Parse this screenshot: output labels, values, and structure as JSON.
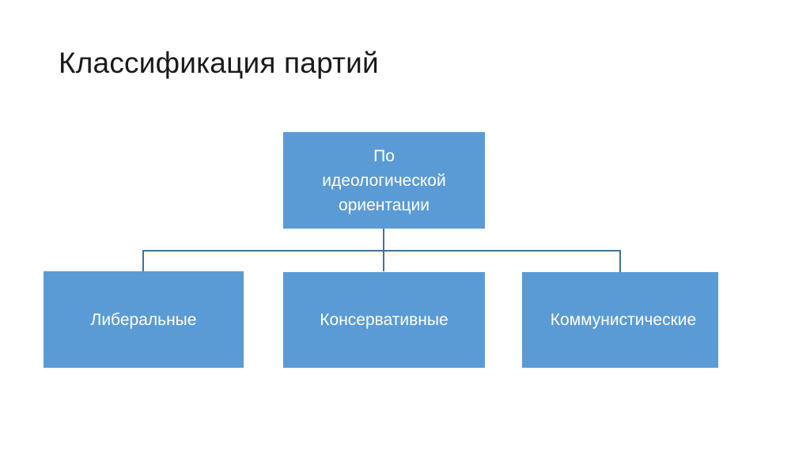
{
  "slide": {
    "title": "Классификация партий",
    "background_color": "#ffffff",
    "title_color": "#1a1a1a"
  },
  "diagram": {
    "type": "org-chart",
    "node_fill_color": "#5B9BD5",
    "node_text_color": "#ffffff",
    "connector_color": "#41719C",
    "root": {
      "label": "По\nидеологической\nориентации"
    },
    "children": [
      {
        "label": "Либеральные"
      },
      {
        "label": "Консервативные"
      },
      {
        "label": "Коммунистические"
      }
    ]
  }
}
